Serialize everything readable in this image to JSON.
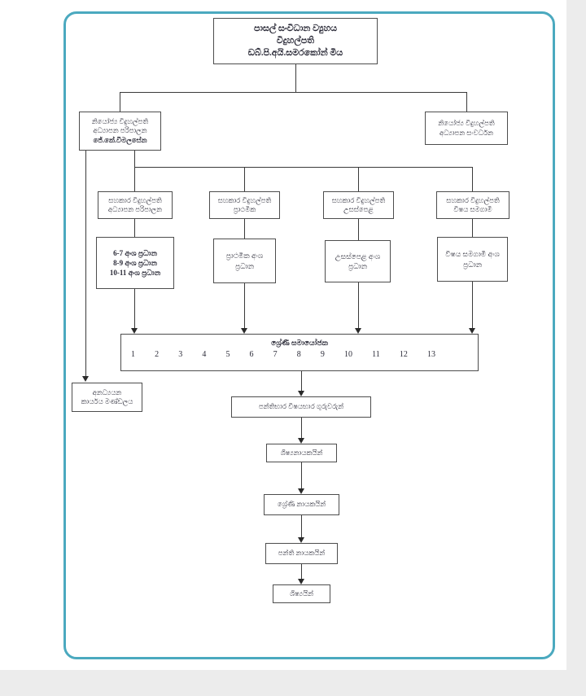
{
  "frame": {
    "border_color": "#4ba9bf"
  },
  "nodes": {
    "principal": {
      "l1": "පාසල් සංවිධාන ව්‍යුහය",
      "l2": "විදුහල්පති",
      "l3": "ඩබ්.පි.අයි.සමරකෝන් මිය"
    },
    "deputy_admin": {
      "l1": "නියෝජ්‍ය විදුහල්පති",
      "l2": "අධ්‍යාපන පරිපාලන",
      "l3": "ජේ.කේ.විමලසේන"
    },
    "deputy_dev": {
      "l1": "නියෝජ්‍ය විදුහල්පති",
      "l2": "අධ්‍යාපන සංවර්ධන"
    },
    "ap_admin": {
      "l1": "සහකාර විදුහල්පති",
      "l2": "අධ්‍යාපන පරිපාලන"
    },
    "ap_primary": {
      "l1": "සහකාර විදුහල්පති",
      "l2": "ප්‍රාථමික"
    },
    "ap_al": {
      "l1": "සහකාර විදුහල්පති",
      "l2": "උසස්පෙළ"
    },
    "ap_cocurricular": {
      "l1": "සහකාර විදුහල්පති",
      "l2": "විෂය සමගාමී"
    },
    "sec_6_11": {
      "l1": "6-7 අංශ ප්‍රධාන",
      "l2": "8-9 අංශ ප්‍රධාන",
      "l3": "10-11 අංශ ප්‍රධාන"
    },
    "sec_primary": {
      "l1": "ප්‍රාථමික අංශ",
      "l2": "ප්‍රධාන"
    },
    "sec_al": {
      "l1": "උසස්පෙළ අංශ",
      "l2": "ප්‍රධාන"
    },
    "sec_cocurricular": {
      "l1": "විෂය සමගාමී අංශ",
      "l2": "ප්‍රධාන"
    },
    "grade_coordinators": {
      "title": "ශ්‍රේණි සමායෝජක",
      "numbers": [
        "1",
        "2",
        "3",
        "4",
        "5",
        "6",
        "7",
        "8",
        "9",
        "10",
        "11",
        "12",
        "13"
      ]
    },
    "non_academic": {
      "l1": "අනධ්‍යයන",
      "l2": "කාර්යය මණ්ඩලය"
    },
    "class_subject_teachers": {
      "l1": "පන්තිභාර විෂයභාර ගුරුවරුන්"
    },
    "prefects": {
      "l1": "ශිෂ්‍යනායකයින්"
    },
    "grade_leaders": {
      "l1": "ශ්‍රේණි නායකයින්"
    },
    "class_leaders": {
      "l1": "පන්ති නායකයින්"
    },
    "students": {
      "l1": "ශිෂ්‍යයින්"
    }
  }
}
